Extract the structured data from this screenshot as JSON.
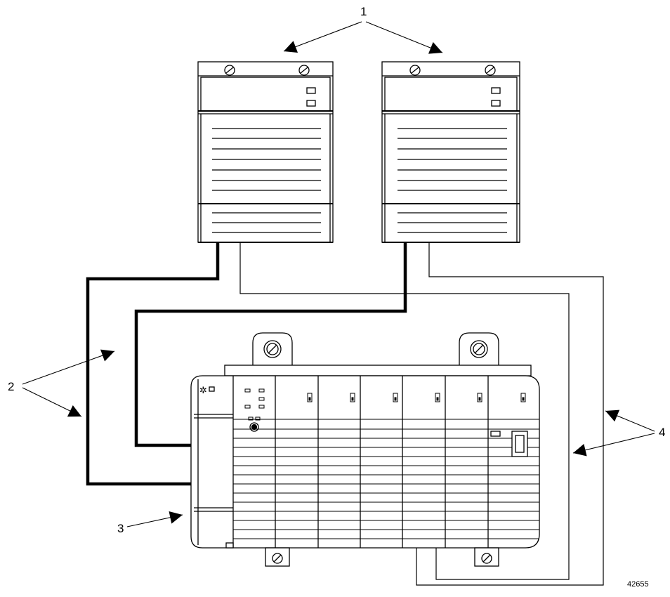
{
  "callouts": {
    "c1": "1",
    "c2": "2",
    "c3": "3",
    "c4": "4"
  },
  "figure_number": "42655"
}
